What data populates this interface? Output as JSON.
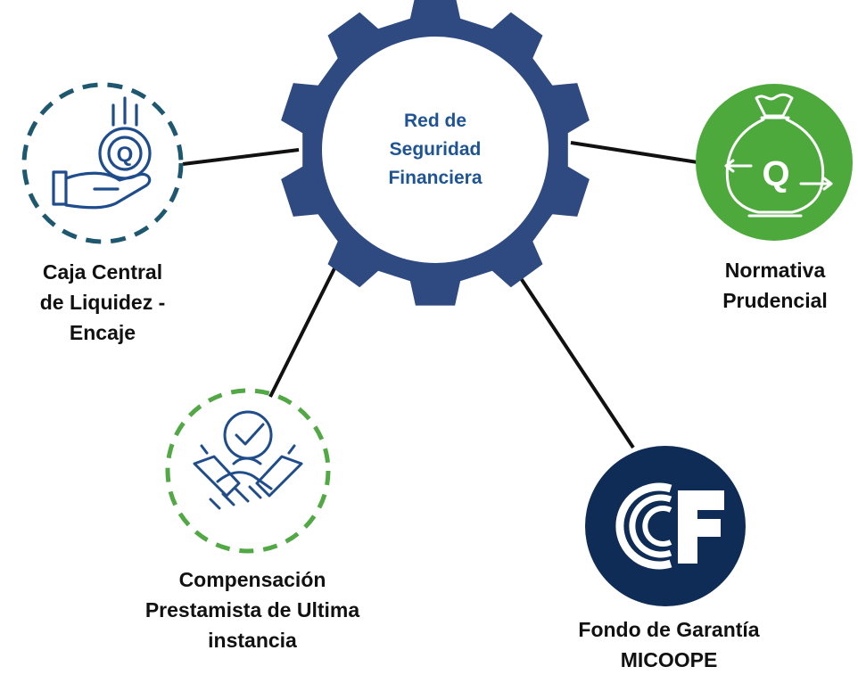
{
  "center": {
    "lines": [
      "Red de",
      "Seguridad",
      "Financiera"
    ],
    "color": "#1f5494",
    "gear_color": "#2e4a80"
  },
  "nodes": {
    "caja": {
      "label_lines": [
        "Caja Central",
        "de Liquidez -",
        "Encaje"
      ],
      "icon": "hand-coin-q-icon",
      "ring_color": "#1d5770",
      "icon_color": "#1f4d8c"
    },
    "compensacion": {
      "label_lines": [
        "Compensación",
        "Prestamista de Ultima",
        "instancia"
      ],
      "icon": "handshake-check-icon",
      "ring_color": "#52a845",
      "icon_color": "#1f4d8c"
    },
    "normativa": {
      "label_lines": [
        "Normativa",
        "Prudencial"
      ],
      "icon": "money-bag-q-icon",
      "fill_color": "#4ea93c",
      "glyph": "Q"
    },
    "fondo": {
      "label_lines": [
        "Fondo de Garantía",
        "MICOOPE"
      ],
      "icon": "micoope-f-logo",
      "fill_color": "#0f2c57",
      "glyph": "F"
    }
  }
}
